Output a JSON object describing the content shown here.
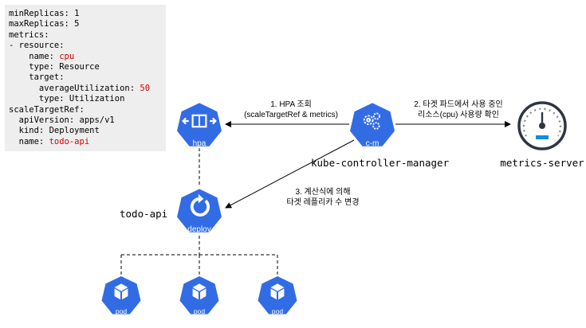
{
  "hpa_spec": {
    "line_minReplicas": "minReplicas: 1",
    "line_maxReplicas": "maxReplicas: 5",
    "line_metrics": "metrics:",
    "line_resource": "- resource:",
    "name_key": "    name: ",
    "name_value": "cpu",
    "line_type_resource": "    type: Resource",
    "line_target": "    target:",
    "avg_key": "      averageUtilization: ",
    "avg_value": "50",
    "line_type_util": "      type: Utilization",
    "line_scaleTargetRef": "scaleTargetRef:",
    "line_apiVersion": "  apiVersion: apps/v1",
    "line_kind": "  kind: Deployment",
    "ref_name_key": "  name: ",
    "ref_name_value": "todo-api",
    "highlight_color": "#d60000"
  },
  "nodes": {
    "hpa": {
      "label": "hpa",
      "icon": "hpa-icon"
    },
    "controller": {
      "label": "c-m",
      "name": "kube-controller-manager",
      "icon": "gear-cluster-icon"
    },
    "metrics_server": {
      "name": "metrics-server",
      "icon": "gauge-icon"
    },
    "deploy": {
      "label": "deploy",
      "name": "todo-api",
      "icon": "refresh-icon"
    },
    "pods": [
      {
        "label": "pod",
        "icon": "cube-icon"
      },
      {
        "label": "pod",
        "icon": "cube-icon"
      },
      {
        "label": "pod",
        "icon": "cube-icon"
      }
    ],
    "k8s_color": "#326ce5"
  },
  "edges": {
    "step1_line1": "1.    HPA 조회",
    "step1_line2": "(scaleTargetRef & metrics)",
    "step2_line1": "2. 타겟 파드에서 사용 중인",
    "step2_line2": "리소스(cpu) 사용량 확인",
    "step3_line1": "3. 계산식에 의해",
    "step3_line2": "타겟 레플리카 수 변경"
  }
}
